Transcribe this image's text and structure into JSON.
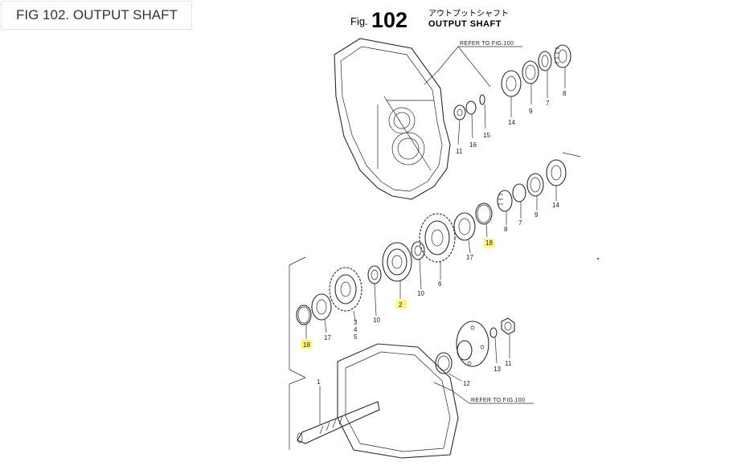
{
  "caption": "FIG 102. OUTPUT SHAFT",
  "header": {
    "fig_label": "Fig.",
    "fig_number": "102",
    "title_jp": "アウトプットシャフト",
    "title_en": "OUTPUT SHAFT"
  },
  "references": {
    "top": "REFER TO FIG.100",
    "bottom": "REFER TO FIG.100"
  },
  "highlight_color": "#fff57a",
  "part_numbers": {
    "p8_top": "8",
    "p7_top": "7",
    "p9_top": "9",
    "p14_top": "14",
    "p15": "15",
    "p16": "16",
    "p11_top": "11",
    "p14_mid": "14",
    "p9_mid": "9",
    "p7_mid": "7",
    "p8_mid": "8",
    "p18_mid": "18",
    "p17_mid": "17",
    "p6": "6",
    "p10_mid": "10",
    "p2": "2",
    "p10_low": "10",
    "p3": "3",
    "p4": "4",
    "p5": "5",
    "p17_low": "17",
    "p18_low": "18",
    "p11_low": "11",
    "p13": "13",
    "p12": "12",
    "p1": "1"
  }
}
